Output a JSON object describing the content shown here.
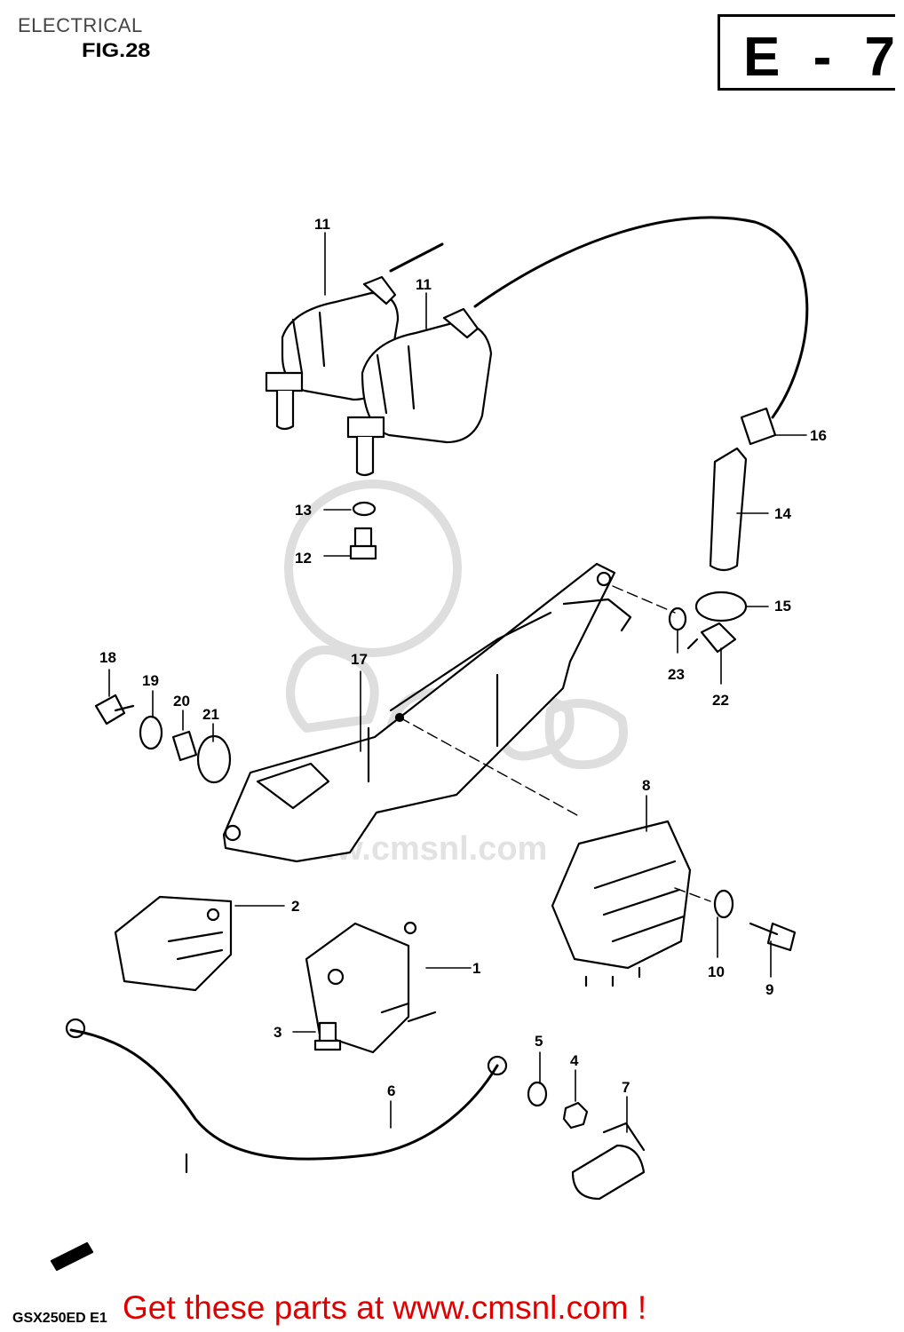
{
  "header": {
    "category": "ELECTRICAL",
    "figure": "FIG.28",
    "section_code": "E - 7"
  },
  "watermark": {
    "text": "www.cmsnl.com"
  },
  "callouts": [
    "11",
    "11",
    "16",
    "14",
    "15",
    "13",
    "12",
    "23",
    "22",
    "18",
    "19",
    "20",
    "21",
    "17",
    "8",
    "2",
    "1",
    "10",
    "9",
    "3",
    "5",
    "4",
    "7",
    "6"
  ],
  "footer": {
    "model": "GSX250ED E1",
    "cta": "Get these parts at www.cmsnl.com !"
  }
}
